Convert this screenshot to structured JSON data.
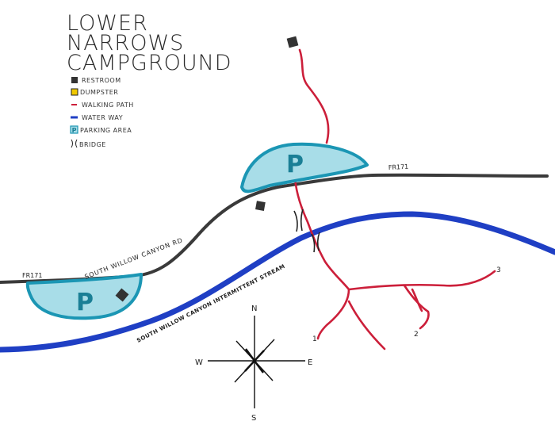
{
  "title_lines": [
    "LOWER",
    "NARROWS",
    "CAMPGROUND"
  ],
  "legend": [
    {
      "icon": "restroom-icon",
      "label": "RESTROOM"
    },
    {
      "icon": "dumpster-icon",
      "label": "DUMPSTER"
    },
    {
      "icon": "walking-path-icon",
      "label": "WALKING PATH"
    },
    {
      "icon": "water-way-icon",
      "label": "WATER WAY"
    },
    {
      "icon": "parking-area-icon",
      "label": "PARKING AREA"
    },
    {
      "icon": "bridge-icon",
      "label": "BRIDGE"
    }
  ],
  "labels": {
    "fr_left": "FR171",
    "fr_right": "FR171",
    "road": "SOUTH WILLOW CANYON RD",
    "stream": "SOUTH WILLOW CANYON INTERMITTENT STREAM",
    "parking_symbol": "P"
  },
  "trail_markers": [
    "1",
    "2",
    "3"
  ],
  "compass": {
    "n": "N",
    "s": "S",
    "e": "E",
    "w": "W"
  },
  "colors": {
    "road": "#3a3a3a",
    "water": "#1f3fc4",
    "path": "#cc1f3a",
    "parking_fill": "#a8dde8",
    "parking_stroke": "#1b96b4",
    "parking_letter": "#1a7f96",
    "restroom": "#333333",
    "dumpster": "#f0c800"
  }
}
